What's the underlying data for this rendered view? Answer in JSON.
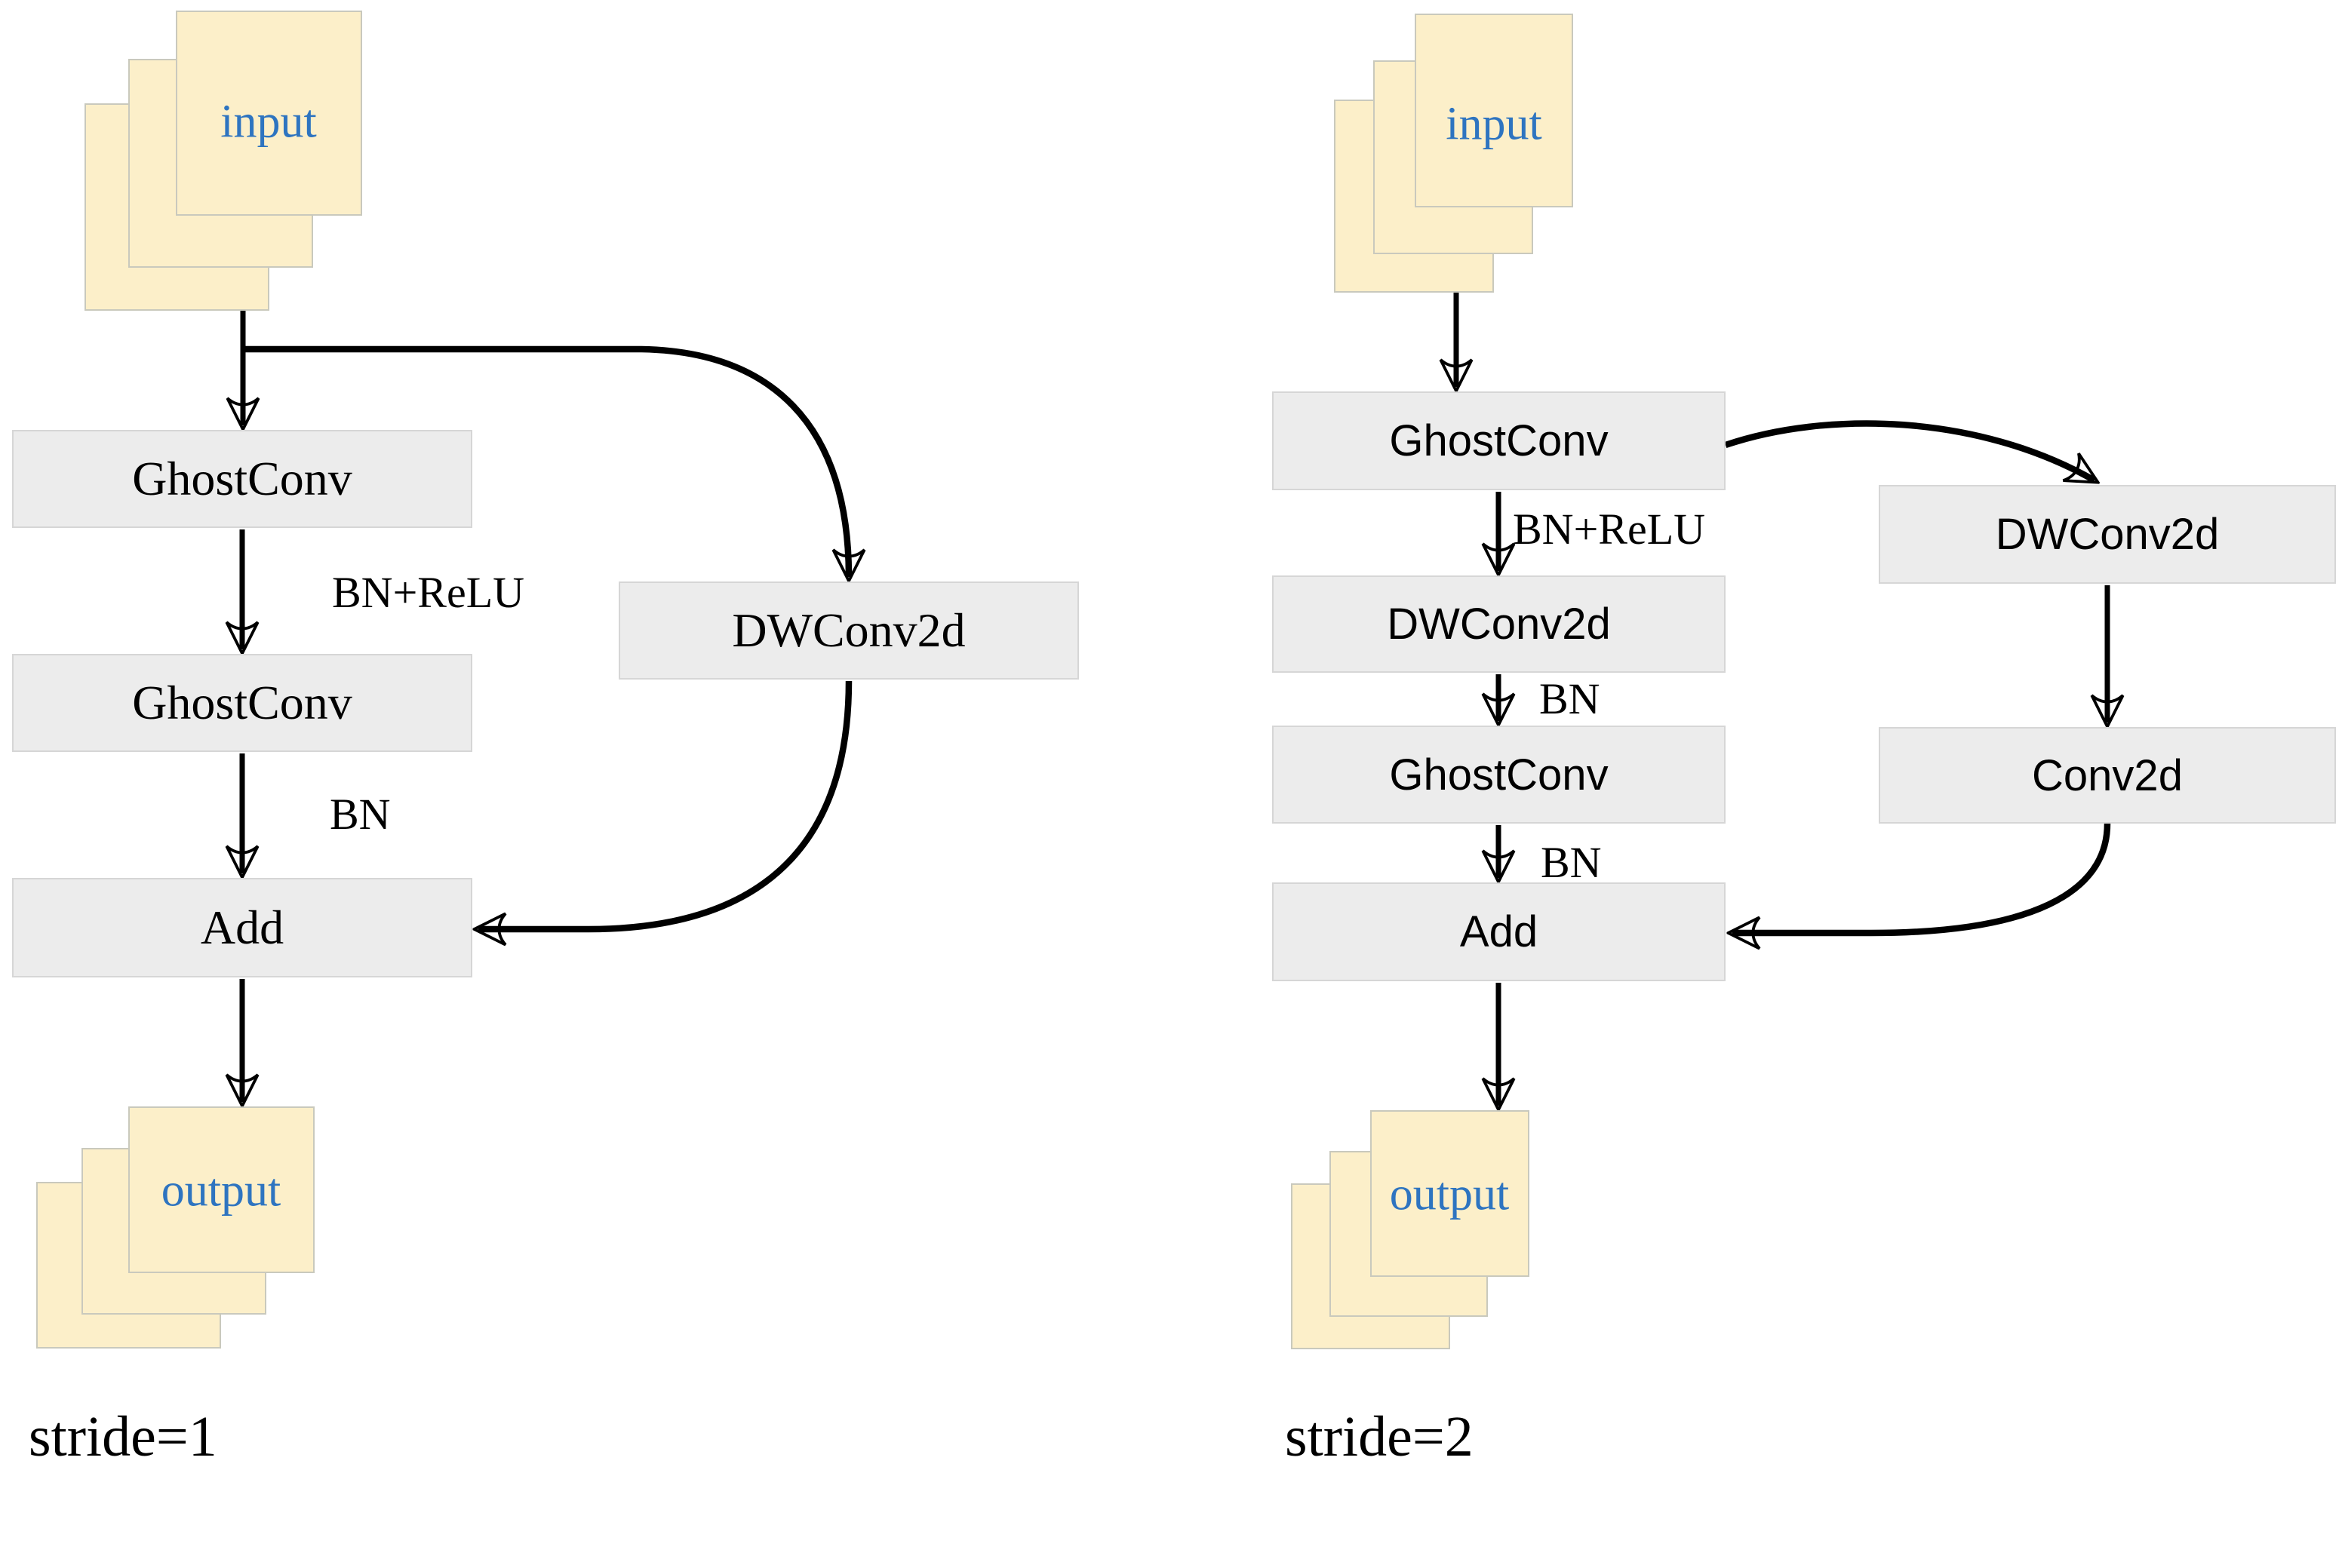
{
  "colors": {
    "feature_map_fill": "#fcefc9",
    "feature_map_border": "#c9c9bd",
    "node_fill": "#ececec",
    "node_border": "#d6d6d6",
    "io_text_blue": "#2e74c0",
    "arrow_black": "#000000"
  },
  "left": {
    "caption": "stride=1",
    "input_label": "input",
    "output_label": "output",
    "nodes": {
      "ghostconv1": "GhostConv",
      "ghostconv2": "GhostConv",
      "add": "Add",
      "dwconv": "DWConv2d"
    },
    "edge_labels": {
      "bn_relu": "BN+ReLU",
      "bn": "BN"
    }
  },
  "right": {
    "caption": "stride=2",
    "input_label": "input",
    "output_label": "output",
    "nodes": {
      "ghostconv1": "GhostConv",
      "dwconv_mid": "DWConv2d",
      "ghostconv2": "GhostConv",
      "add": "Add",
      "dwconv_branch": "DWConv2d",
      "conv2d": "Conv2d"
    },
    "edge_labels": {
      "bn_relu": "BN+ReLU",
      "bn1": "BN",
      "bn2": "BN"
    }
  }
}
